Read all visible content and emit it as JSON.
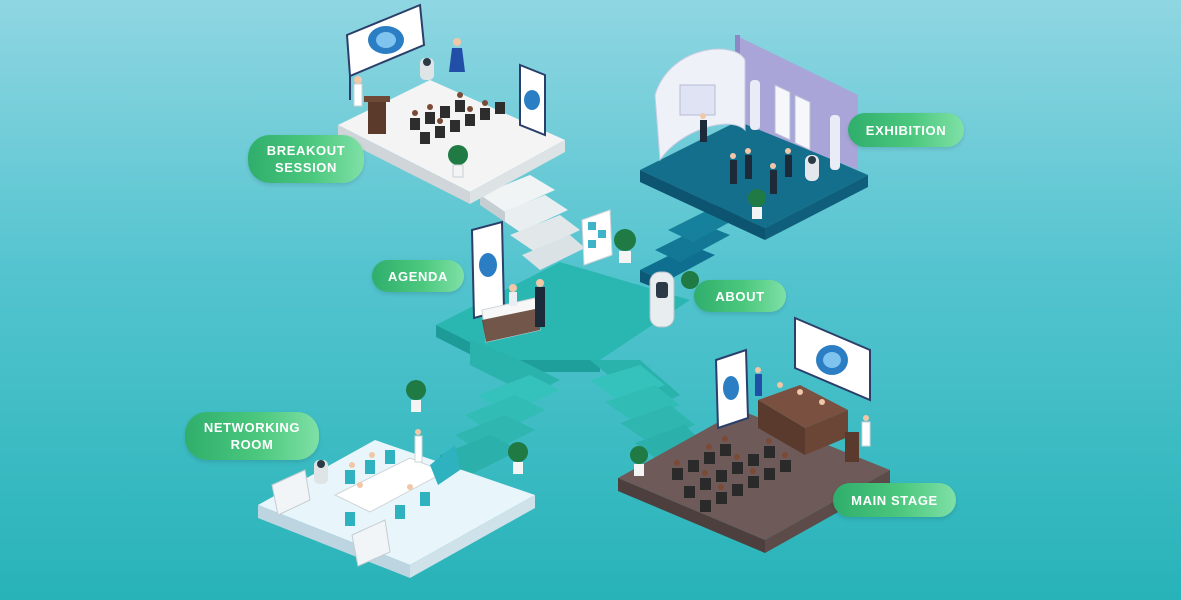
{
  "labels": {
    "breakout": "BREAKOUT\nSESSION",
    "exhibition": "EXHIBITION",
    "agenda": "AGENDA",
    "about": "ABOUT",
    "networking": "NETWORKING\nROOM",
    "main_stage": "MAIN STAGE"
  },
  "colors": {
    "background_top": "#8fd6e2",
    "background_bottom": "#27b3b8",
    "pill_start": "#2fae6c",
    "pill_end": "#7fe0a6",
    "hub_floor": "#2ab4b0",
    "exhibition_floor": "#136e8c",
    "main_stage_floor": "#6f5d5a",
    "networking_floor": "#e6f4fb",
    "breakout_floor": "#f3f3f3"
  }
}
